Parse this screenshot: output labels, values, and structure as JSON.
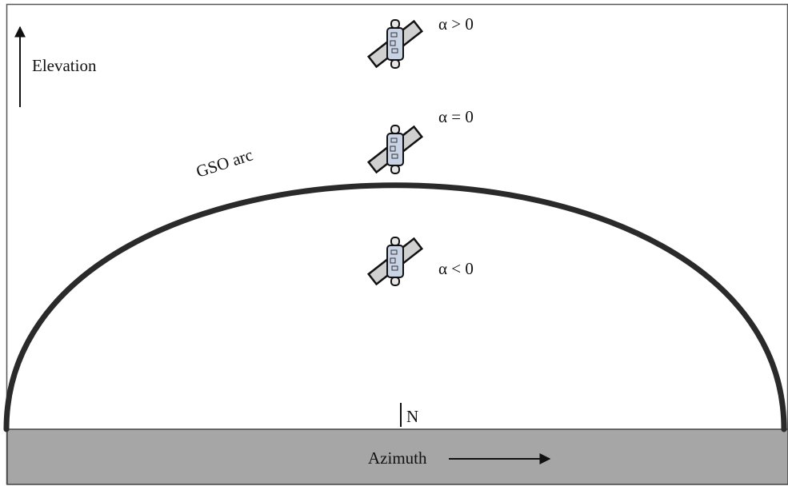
{
  "labels": {
    "elevation": "Elevation",
    "azimuth": "Azimuth",
    "north": "N",
    "gso_arc": "GSO arc"
  },
  "satellites": [
    {
      "name": "satellite-above-arc",
      "label": "α > 0"
    },
    {
      "name": "satellite-on-arc",
      "label": "α = 0"
    },
    {
      "name": "satellite-below-arc",
      "label": "α < 0"
    }
  ],
  "colors": {
    "arc": "#2a2a2a",
    "ground": "#a6a6a6",
    "border": "#555555",
    "satellite_body": "#c9d3e6",
    "satellite_panel": "#d0d0d0",
    "satellite_outline": "#111111"
  }
}
